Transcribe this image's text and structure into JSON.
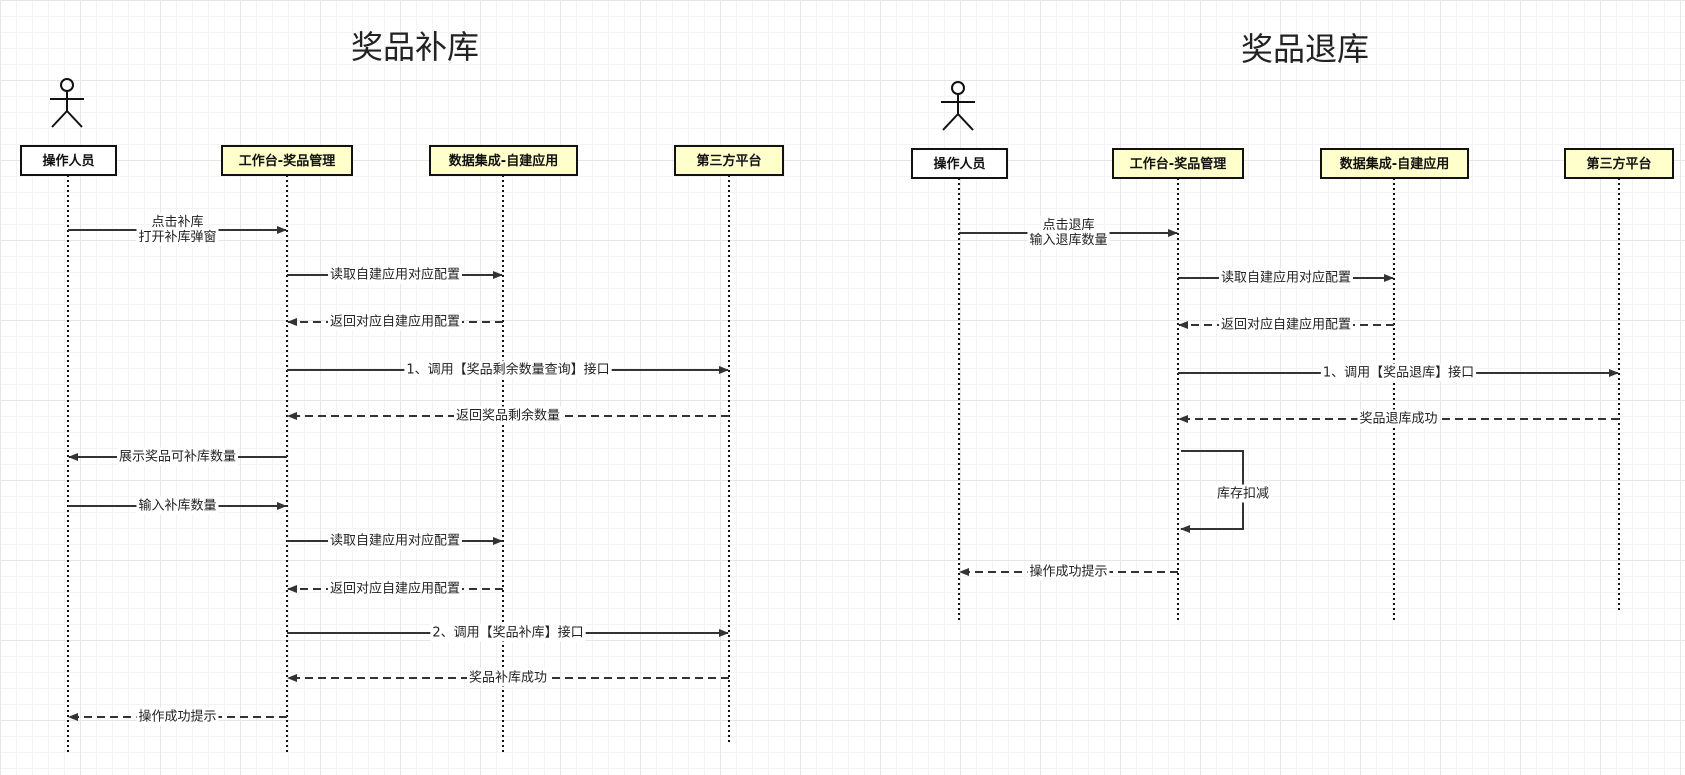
{
  "panels": [
    {
      "id": "restock",
      "title": "奖品补库",
      "participants": [
        "操作人员",
        "工作台-奖品管理",
        "数据集成-自建应用",
        "第三方平台"
      ],
      "messages": [
        {
          "from": 0,
          "to": 1,
          "label": [
            "点击补库",
            "打开补库弹窗"
          ],
          "dashed": false
        },
        {
          "from": 1,
          "to": 2,
          "label": [
            "读取自建应用对应配置"
          ],
          "dashed": false
        },
        {
          "from": 2,
          "to": 1,
          "label": [
            "返回对应自建应用配置"
          ],
          "dashed": true
        },
        {
          "from": 1,
          "to": 3,
          "label": [
            "1、调用【奖品剩余数量查询】接口"
          ],
          "dashed": false
        },
        {
          "from": 3,
          "to": 1,
          "label": [
            "返回奖品剩余数量"
          ],
          "dashed": true
        },
        {
          "from": 1,
          "to": 0,
          "label": [
            "展示奖品可补库数量"
          ],
          "dashed": false
        },
        {
          "from": 0,
          "to": 1,
          "label": [
            "输入补库数量"
          ],
          "dashed": false
        },
        {
          "from": 1,
          "to": 2,
          "label": [
            "读取自建应用对应配置"
          ],
          "dashed": false
        },
        {
          "from": 2,
          "to": 1,
          "label": [
            "返回对应自建应用配置"
          ],
          "dashed": true
        },
        {
          "from": 1,
          "to": 3,
          "label": [
            "2、调用【奖品补库】接口"
          ],
          "dashed": false
        },
        {
          "from": 3,
          "to": 1,
          "label": [
            "奖品补库成功"
          ],
          "dashed": true
        },
        {
          "from": 1,
          "to": 0,
          "label": [
            "操作成功提示"
          ],
          "dashed": true
        }
      ]
    },
    {
      "id": "return",
      "title": "奖品退库",
      "participants": [
        "操作人员",
        "工作台-奖品管理",
        "数据集成-自建应用",
        "第三方平台"
      ],
      "messages": [
        {
          "from": 0,
          "to": 1,
          "label": [
            "点击退库",
            "输入退库数量"
          ],
          "dashed": false
        },
        {
          "from": 1,
          "to": 2,
          "label": [
            "读取自建应用对应配置"
          ],
          "dashed": false
        },
        {
          "from": 2,
          "to": 1,
          "label": [
            "返回对应自建应用配置"
          ],
          "dashed": true
        },
        {
          "from": 1,
          "to": 3,
          "label": [
            "1、调用【奖品退库】接口"
          ],
          "dashed": false
        },
        {
          "from": 3,
          "to": 1,
          "label": [
            "奖品退库成功"
          ],
          "dashed": true
        },
        {
          "from": 1,
          "to": 1,
          "label": [
            "库存扣减"
          ],
          "dashed": false
        },
        {
          "from": 1,
          "to": 0,
          "label": [
            "操作成功提示"
          ],
          "dashed": true
        }
      ]
    }
  ]
}
